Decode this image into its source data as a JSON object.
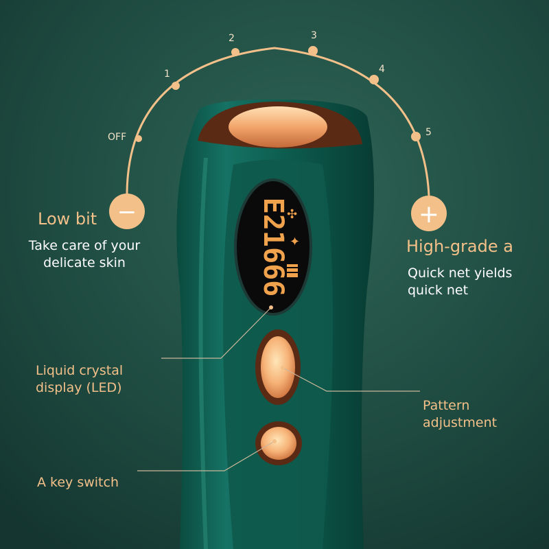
{
  "levels": [
    "OFF",
    "1",
    "2",
    "3",
    "4",
    "5"
  ],
  "low": {
    "title": "Low bit",
    "description": "Take care of your delicate skin",
    "minus_symbol": "−"
  },
  "high": {
    "title": "High-grade a",
    "description": "Quick net yields quick net",
    "plus_symbol": "+"
  },
  "display": {
    "reading": "E21666"
  },
  "callouts": {
    "lcd": "Liquid crystal display (LED)",
    "pattern": "Pattern adjustment",
    "switch": "A key switch"
  },
  "colors": {
    "background": "#1f4a40",
    "device_body": "#0d5b4c",
    "accent_gold": "#f3c089",
    "lcd_digits": "#f1a24d"
  }
}
